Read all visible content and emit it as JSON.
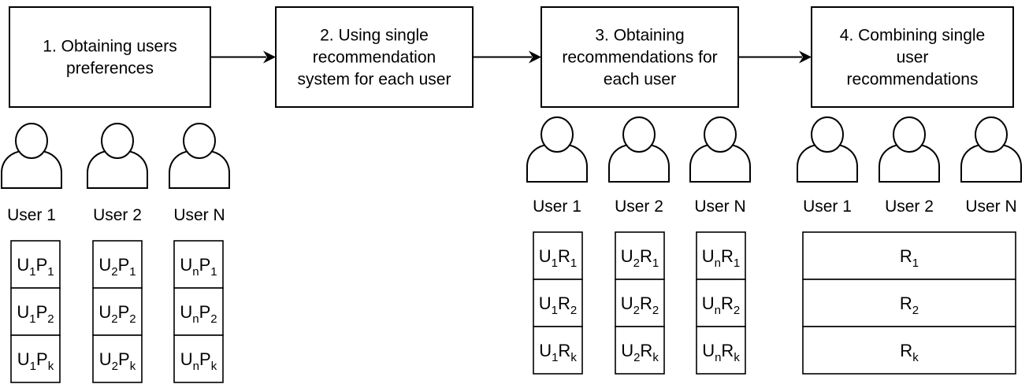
{
  "steps": [
    {
      "lines": [
        "1. Obtaining users",
        "preferences"
      ]
    },
    {
      "lines": [
        "2. Using single",
        "recommendation",
        "system for each user"
      ]
    },
    {
      "lines": [
        "3. Obtaining",
        "recommendations for",
        "each user"
      ]
    },
    {
      "lines": [
        "4. Combining single",
        "user",
        "recommendations"
      ]
    }
  ],
  "groups": [
    {
      "users": [
        "User 1",
        "User 2",
        "User N"
      ],
      "columns": [
        [
          [
            {
              "t": "U"
            },
            {
              "t": "1",
              "sub": true
            },
            {
              "t": "P"
            },
            {
              "t": "1",
              "sub": true
            }
          ],
          [
            {
              "t": "U"
            },
            {
              "t": "1",
              "sub": true
            },
            {
              "t": "P"
            },
            {
              "t": "2",
              "sub": true
            }
          ],
          [
            {
              "t": "U"
            },
            {
              "t": "1",
              "sub": true
            },
            {
              "t": "P"
            },
            {
              "t": "k",
              "sub": true
            }
          ]
        ],
        [
          [
            {
              "t": "U"
            },
            {
              "t": "2",
              "sub": true
            },
            {
              "t": "P"
            },
            {
              "t": "1",
              "sub": true
            }
          ],
          [
            {
              "t": "U"
            },
            {
              "t": "2",
              "sub": true
            },
            {
              "t": "P"
            },
            {
              "t": "2",
              "sub": true
            }
          ],
          [
            {
              "t": "U"
            },
            {
              "t": "2",
              "sub": true
            },
            {
              "t": "P"
            },
            {
              "t": "k",
              "sub": true
            }
          ]
        ],
        [
          [
            {
              "t": "U"
            },
            {
              "t": "n",
              "sub": true
            },
            {
              "t": "P"
            },
            {
              "t": "1",
              "sub": true
            }
          ],
          [
            {
              "t": "U"
            },
            {
              "t": "n",
              "sub": true
            },
            {
              "t": "P"
            },
            {
              "t": "2",
              "sub": true
            }
          ],
          [
            {
              "t": "U"
            },
            {
              "t": "n",
              "sub": true
            },
            {
              "t": "P"
            },
            {
              "t": "k",
              "sub": true
            }
          ]
        ]
      ]
    },
    {
      "users": [
        "User 1",
        "User 2",
        "User N"
      ],
      "columns": [
        [
          [
            {
              "t": "U"
            },
            {
              "t": "1",
              "sub": true
            },
            {
              "t": "R"
            },
            {
              "t": "1",
              "sub": true
            }
          ],
          [
            {
              "t": "U"
            },
            {
              "t": "1",
              "sub": true
            },
            {
              "t": "R"
            },
            {
              "t": "2",
              "sub": true
            }
          ],
          [
            {
              "t": "U"
            },
            {
              "t": "1",
              "sub": true
            },
            {
              "t": "R"
            },
            {
              "t": "k",
              "sub": true
            }
          ]
        ],
        [
          [
            {
              "t": "U"
            },
            {
              "t": "2",
              "sub": true
            },
            {
              "t": "R"
            },
            {
              "t": "1",
              "sub": true
            }
          ],
          [
            {
              "t": "U"
            },
            {
              "t": "2",
              "sub": true
            },
            {
              "t": "R"
            },
            {
              "t": "2",
              "sub": true
            }
          ],
          [
            {
              "t": "U"
            },
            {
              "t": "2",
              "sub": true
            },
            {
              "t": "R"
            },
            {
              "t": "k",
              "sub": true
            }
          ]
        ],
        [
          [
            {
              "t": "U"
            },
            {
              "t": "n",
              "sub": true
            },
            {
              "t": "R"
            },
            {
              "t": "1",
              "sub": true
            }
          ],
          [
            {
              "t": "U"
            },
            {
              "t": "n",
              "sub": true
            },
            {
              "t": "R"
            },
            {
              "t": "2",
              "sub": true
            }
          ],
          [
            {
              "t": "U"
            },
            {
              "t": "n",
              "sub": true
            },
            {
              "t": "R"
            },
            {
              "t": "k",
              "sub": true
            }
          ]
        ]
      ]
    },
    {
      "users": [
        "User 1",
        "User 2",
        "User N"
      ],
      "combined": [
        [
          {
            "t": "R"
          },
          {
            "t": "1",
            "sub": true
          }
        ],
        [
          {
            "t": "R"
          },
          {
            "t": "2",
            "sub": true
          }
        ],
        [
          {
            "t": "R"
          },
          {
            "t": "k",
            "sub": true
          }
        ]
      ]
    }
  ]
}
